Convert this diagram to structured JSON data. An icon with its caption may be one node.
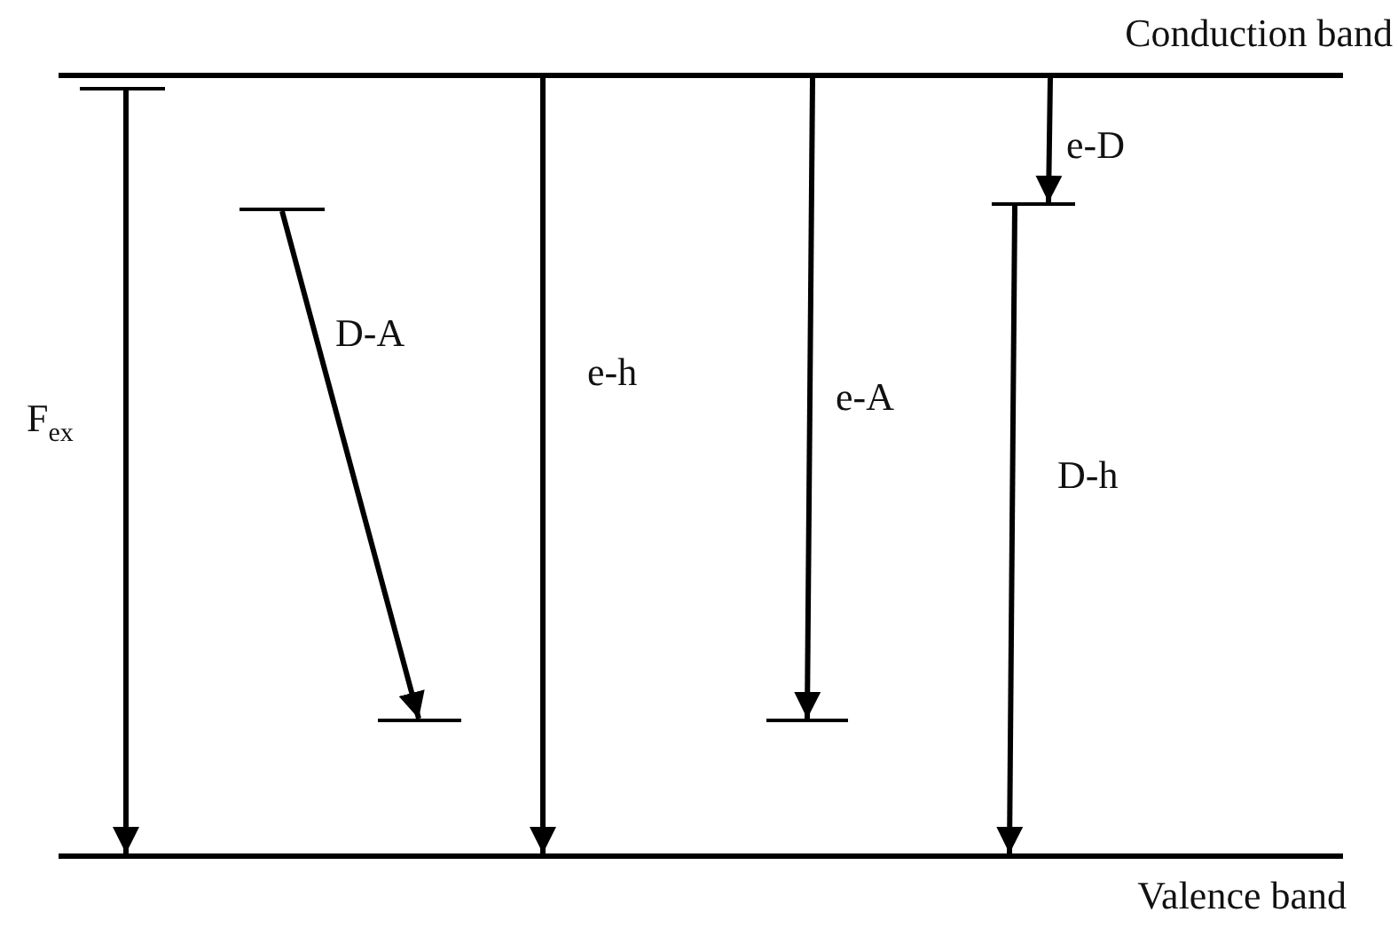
{
  "diagram": {
    "nodes": [
      {
        "text": [
          "Conduction band"
        ]
      },
      {
        "text": [
          "Valence band"
        ]
      },
      {
        "text": [],
        "shape": "bar"
      },
      {
        "text": [],
        "shape": "bar"
      },
      {
        "text": [],
        "shape": "bar"
      },
      {
        "text": [],
        "shape": "bar"
      },
      {
        "text": [],
        "shape": "bar"
      }
    ],
    "edges": [
      {
        "from": 2,
        "to": 1,
        "arrow": "to",
        "label": "F$_{ex}$"
      },
      {
        "from": 3,
        "to": 4,
        "arrow": "to",
        "label": "D-A"
      },
      {
        "from": 0,
        "to": 1,
        "arrow": "to",
        "label": "e-h"
      },
      {
        "from": 0,
        "to": 5,
        "arrow": "to",
        "label": "e-A"
      },
      {
        "from": 0,
        "to": 6,
        "arrow": "to",
        "label": "e-D"
      },
      {
        "from": 6,
        "to": 1,
        "arrow": "to",
        "label": "D-h"
      }
    ]
  }
}
